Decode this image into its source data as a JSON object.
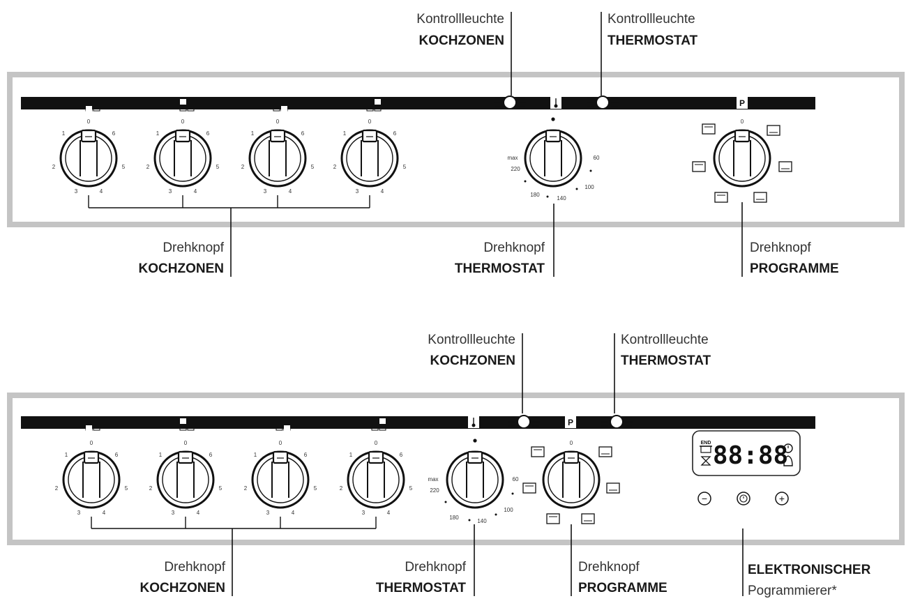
{
  "labels": {
    "kontrollleuchte": "Kontrollleuchte",
    "drehknopf": "Drehknopf",
    "kochzonen": "KOCHZONEN",
    "thermostat": "THERMOSTAT",
    "programme": "PROGRAMME",
    "elektronischer": "ELEKTRONISCHER",
    "pogrammierer": "Pogrammierer*"
  },
  "dial_marks": {
    "zone": [
      "0",
      "1",
      "2",
      "3",
      "4",
      "5",
      "6"
    ],
    "thermo": [
      "max",
      "220",
      "60",
      "100",
      "140",
      "180"
    ]
  },
  "panel_marks": {
    "program_key": "P",
    "clock_display": "88:88",
    "end": "END",
    "minus": "−",
    "plus": "+"
  },
  "icons": [
    "indicator-lamp-icon",
    "thermometer-icon",
    "cooking-zone-position-icon",
    "oven-mode-icon",
    "clock-icon",
    "bell-icon",
    "pot-icon",
    "minus-icon",
    "plus-icon"
  ],
  "colors": {
    "panel_border": "#c4c4c4",
    "strip": "#111111",
    "text": "#333333"
  }
}
